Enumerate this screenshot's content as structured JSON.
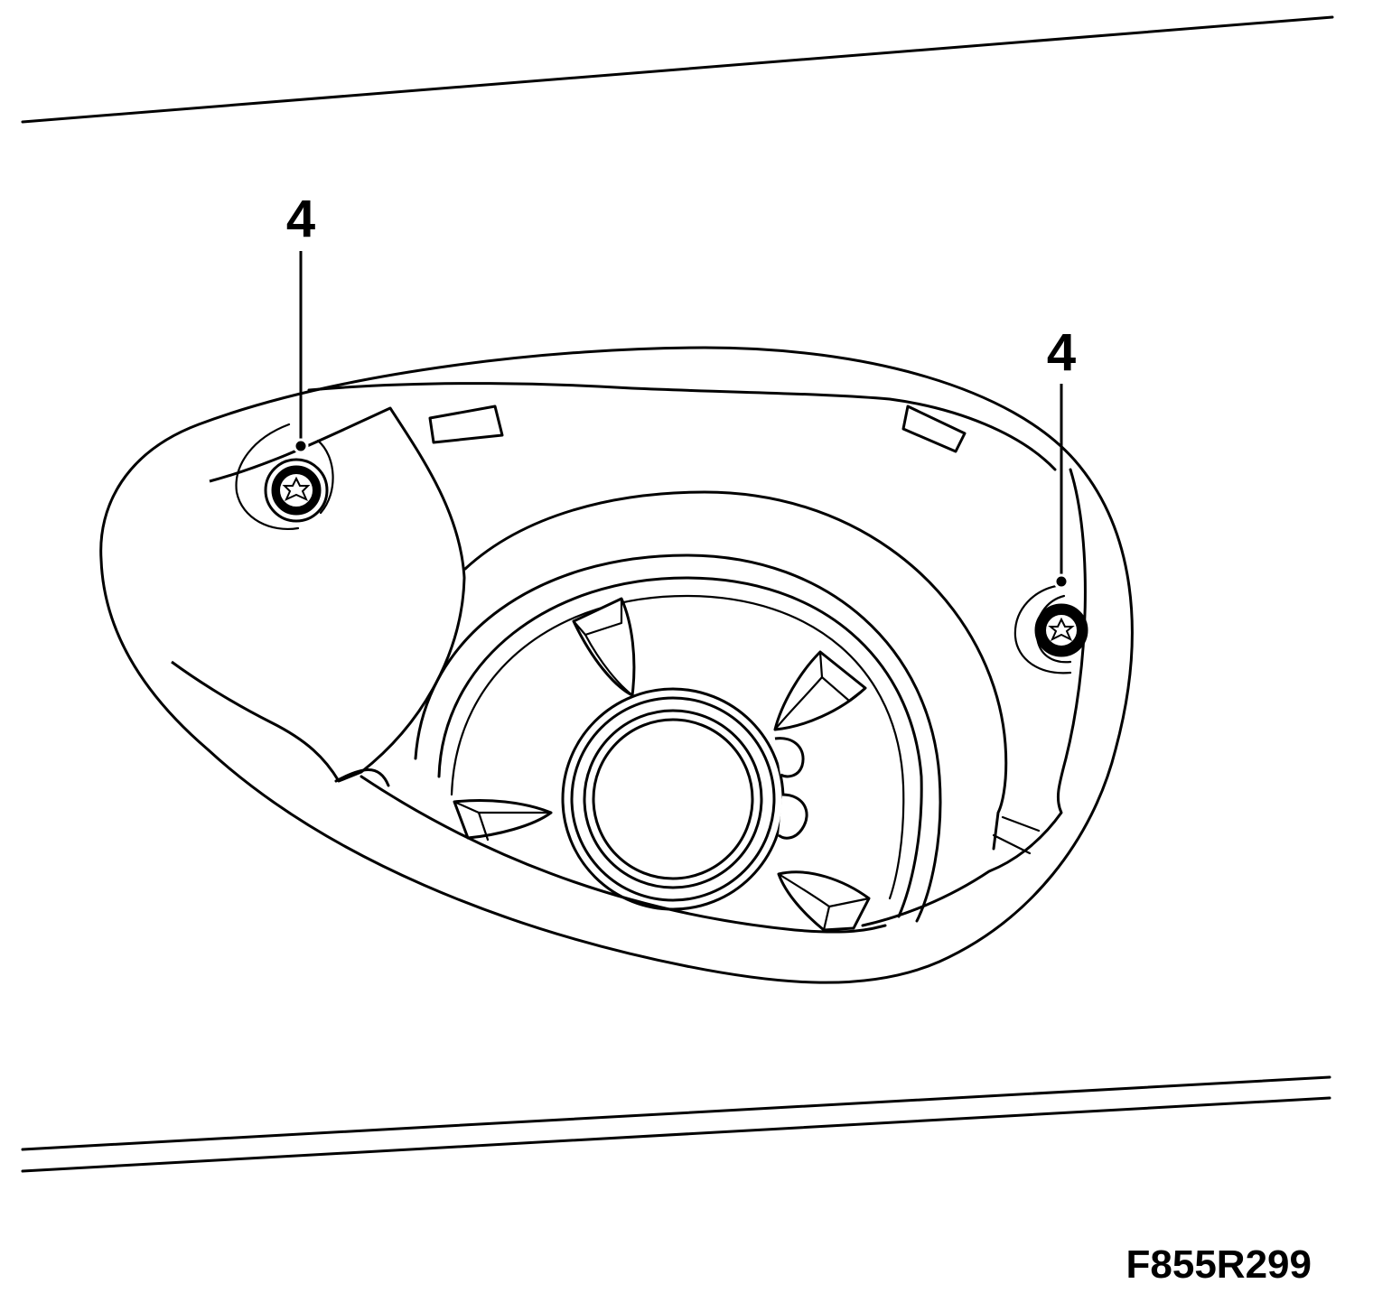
{
  "callouts": [
    {
      "label": "4",
      "item": "bolt-upper-left"
    },
    {
      "label": "4",
      "item": "bolt-right"
    }
  ],
  "figure_code": "F855R299",
  "colors": {
    "ink": "#000000",
    "paper": "#ffffff"
  }
}
